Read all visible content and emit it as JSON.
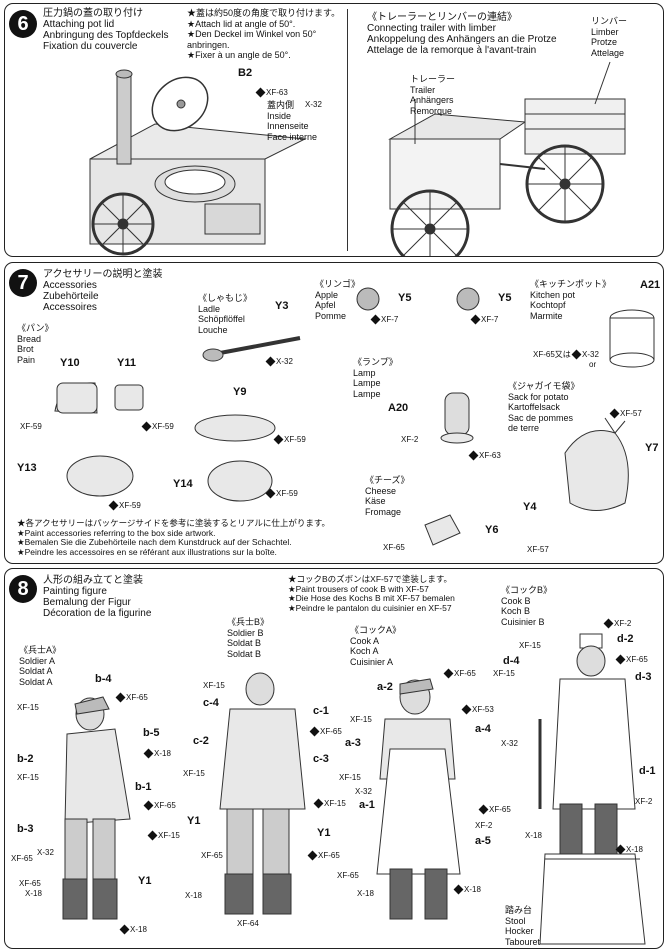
{
  "step6": {
    "num": "6",
    "title": [
      "圧力鍋の蓋の取り付け",
      "Attaching pot lid",
      "Anbringung des Topfdeckels",
      "Fixation du couvercle"
    ],
    "note": [
      "★蓋は約50度の角度で取り付けます。",
      "★Attach lid at angle of 50°.",
      "★Den Deckel im Winkel von 50°",
      "anbringen.",
      "★Fixer à un angle de 50°."
    ],
    "part_b2": "B2",
    "xf63": "XF-63",
    "inside": [
      "蓋内側",
      "Inside",
      "Innenseite",
      "Face interne"
    ],
    "x32": "X-32",
    "trailer_title": [
      "《トレーラーとリンバーの連結》",
      "Connecting trailer with limber",
      "Ankoppelung des Anhängers an die Protze",
      "Attelage de la remorque à l'avant-train"
    ],
    "trailer": [
      "トレーラー",
      "Trailer",
      "Anhängers",
      "Remorque"
    ],
    "limber": [
      "リンバー",
      "Limber",
      "Protze",
      "Attelage"
    ]
  },
  "step7": {
    "num": "7",
    "title": [
      "アクセサリーの説明と塗装",
      "Accessories",
      "Zubehörteile",
      "Accessoires"
    ],
    "bread": [
      "《パン》",
      "Bread",
      "Brot",
      "Pain"
    ],
    "ladle": [
      "《しゃもじ》",
      "Ladle",
      "Schöpflöffel",
      "Louche"
    ],
    "apple": [
      "《リンゴ》",
      "Apple",
      "Apfel",
      "Pomme"
    ],
    "kitchen_pot": [
      "《キッチンポット》",
      "Kitchen pot",
      "Kochtopf",
      "Marmite"
    ],
    "lamp": [
      "《ランプ》",
      "Lamp",
      "Lampe",
      "Lampe"
    ],
    "sack": [
      "《ジャガイモ袋》",
      "Sack for potato",
      "Kartoffelsack",
      "Sac de pommes",
      "de terre"
    ],
    "cheese": [
      "《チーズ》",
      "Cheese",
      "Käse",
      "Fromage"
    ],
    "parts": {
      "y10": "Y10",
      "y11": "Y11",
      "y3": "Y3",
      "y5a": "Y5",
      "y5b": "Y5",
      "a21": "A21",
      "y9": "Y9",
      "a20": "A20",
      "y13": "Y13",
      "y14": "Y14",
      "y7": "Y7",
      "y4": "Y4",
      "y6": "Y6"
    },
    "paints": {
      "xf59a": "XF-59",
      "xf59b": "XF-59",
      "x32": "X-32",
      "xf7a": "XF-7",
      "xf7b": "XF-7",
      "xf65or": "XF-65又は",
      "or": "or",
      "x32b": "X-32",
      "xf59c": "XF-59",
      "xf57": "XF-57",
      "xf2": "XF-2",
      "xf63": "XF-63",
      "xf59d": "XF-59",
      "xf59e": "XF-59",
      "xf65": "XF-65",
      "xf57b": "XF-57"
    },
    "note": [
      "★各アクセサリーはパッケージサイドを参考に塗装するとリアルに仕上がります。",
      "★Paint accessories referring to the box side artwork.",
      "★Bemalen Sie die Zubehörteile nach dem Kunstdruck auf der Schachtel.",
      "★Peindre les accessoires en se référant aux illustrations sur la boîte."
    ]
  },
  "step8": {
    "num": "8",
    "title": [
      "人形の組み立てと塗装",
      "Painting figure",
      "Bemalung der Figur",
      "Décoration de la figurine"
    ],
    "note": [
      "★コックBのズボンはXF-57で塗装します。",
      "★Paint trousers of cook B with XF-57",
      "★Die Hose des Kochs B mit XF-57 bemalen",
      "★Peindre le pantalon du cuisinier en XF-57"
    ],
    "soldier_a": [
      "《兵士A》",
      "Soldier A",
      "Soldat A",
      "Soldat A"
    ],
    "soldier_b": [
      "《兵士B》",
      "Soldier B",
      "Soldat B",
      "Soldat B"
    ],
    "cook_a": [
      "《コックA》",
      "Cook A",
      "Koch A",
      "Cuisinier A"
    ],
    "cook_b": [
      "《コックB》",
      "Cook B",
      "Koch B",
      "Cuisinier B"
    ],
    "stool": [
      "踏み台",
      "Stool",
      "Hocker",
      "Tabouret"
    ],
    "sa": {
      "b4": "b-4",
      "xf15": "XF-15",
      "xf65a": "XF-65",
      "b5": "b-5",
      "x18a": "X-18",
      "b2": "b-2",
      "xf15b": "XF-15",
      "b1": "b-1",
      "xf65b": "XF-65",
      "b3": "b-3",
      "xf15c": "XF-15",
      "x32": "X-32",
      "xf65c": "XF-65",
      "y1": "Y1",
      "xf65d": "XF-65",
      "x18b": "X-18",
      "x18c": "X-18"
    },
    "sb": {
      "xf15a": "XF-15",
      "c4": "c-4",
      "c1": "c-1",
      "xf65a": "XF-65",
      "c2": "c-2",
      "c3": "c-3",
      "xf15b": "XF-15",
      "xf15c": "XF-15",
      "y1a": "Y1",
      "y1b": "Y1",
      "xf65b": "XF-65",
      "xf65c": "XF-65",
      "x18": "X-18",
      "xf64": "XF-64"
    },
    "ca": {
      "a2": "a-2",
      "xf65a": "XF-65",
      "xf53": "XF-53",
      "a4": "a-4",
      "xf15": "XF-15",
      "a3": "a-3",
      "xf15b": "XF-15",
      "x32": "X-32",
      "a1": "a-1",
      "xf65b": "XF-65",
      "xf2": "XF-2",
      "a5": "a-5",
      "xf65c": "XF-65",
      "x18a": "X-18",
      "x18b": "X-18"
    },
    "cb": {
      "xf2a": "XF-2",
      "d2": "d-2",
      "xf15": "XF-15",
      "xf65": "XF-65",
      "d4": "d-4",
      "d3": "d-3",
      "xf15b": "XF-15",
      "x32": "X-32",
      "d1": "d-1",
      "xf2b": "XF-2",
      "x18a": "X-18",
      "x18b": "X-18"
    }
  }
}
